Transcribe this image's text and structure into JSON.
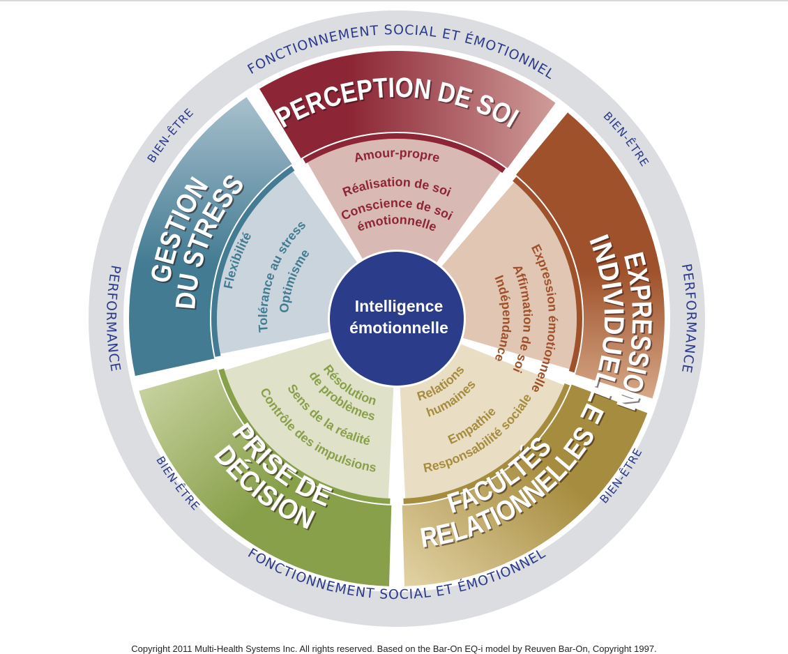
{
  "ring": {
    "top_label": "FONCTIONNEMENT SOCIAL ET ÉMOTIONNEL",
    "bottom_label": "FONCTIONNEMENT SOCIAL ET ÉMOTIONNEL",
    "left_label": "PERFORMANCE",
    "right_label": "PERFORMANCE",
    "wellbeing_labels": [
      "BIEN-ÊTRE",
      "BIEN-ÊTRE",
      "BIEN-ÊTRE",
      "BIEN-ÊTRE"
    ]
  },
  "center": {
    "line1": "Intelligence",
    "line2": "émotionnelle",
    "color": "#2a3c8a"
  },
  "composites": [
    {
      "key": "perception",
      "title": [
        "PERCEPTION DE SOI"
      ],
      "subscales": [
        "Amour-propre",
        "Réalisation de soi",
        "Conscience de soi",
        "émotionnelle"
      ],
      "color": "#8c2535",
      "light": "#d9b9b3"
    },
    {
      "key": "expression",
      "title": [
        "EXPRESSION",
        "INDIVIDUELLE"
      ],
      "subscales": [
        "Expression émotionnelle",
        "Affirmation de soi",
        "Indépendance"
      ],
      "color": "#9e512a",
      "light": "#e1c6b4"
    },
    {
      "key": "relationnelles",
      "title": [
        "FACULTÉS",
        "RELATIONNELLES"
      ],
      "subscales": [
        "Relations",
        "humaines",
        "Empathie",
        "Responsabilité sociale"
      ],
      "color": "#a68c3e",
      "light": "#e9ddc4"
    },
    {
      "key": "decision",
      "title": [
        "PRISE DE",
        "DÉCISION"
      ],
      "subscales": [
        "Résolution",
        "de problèmes",
        "Sens de la réalité",
        "Contrôle des impulsions"
      ],
      "color": "#88a04a",
      "light": "#dfe1c9"
    },
    {
      "key": "stress",
      "title": [
        "GESTION",
        "DU STRESS"
      ],
      "subscales": [
        "Flexibilité",
        "Tolérance au stress",
        "Optimisme"
      ],
      "color": "#437b93",
      "light": "#c9d4dc"
    }
  ],
  "footer": {
    "copyright": "Copyright 2011 Multi-Health Systems Inc. All rights reserved. Based on the Bar-On EQ-i model by Reuven Bar-On, Copyright 1997."
  }
}
